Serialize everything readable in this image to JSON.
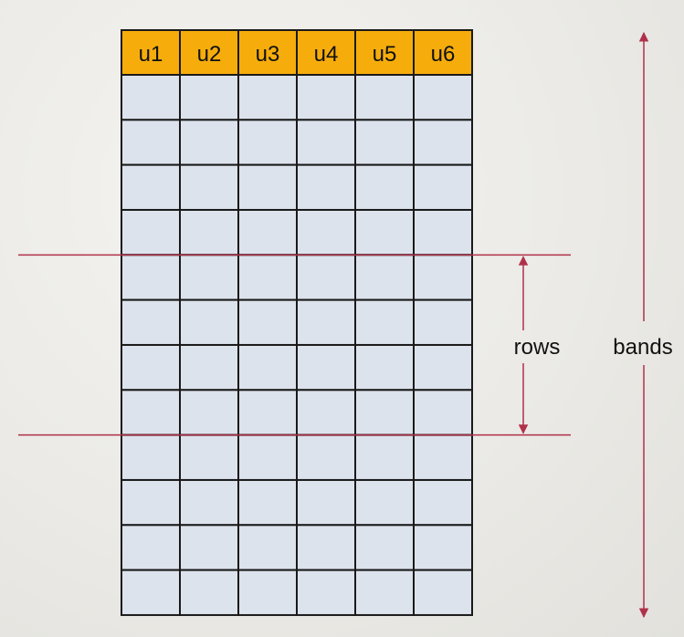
{
  "matrix": {
    "columns": [
      "u1",
      "u2",
      "u3",
      "u4",
      "u5",
      "u6"
    ],
    "row_count": 12,
    "header_color": "#f6ad0c",
    "cell_color": "#dde3ec",
    "grid_color": "#1a1a1a"
  },
  "annotations": {
    "rows_label": "rows",
    "bands_label": "bands",
    "band_rows_start": 4,
    "band_rows_end": 8,
    "line_color": "#b0304a"
  }
}
